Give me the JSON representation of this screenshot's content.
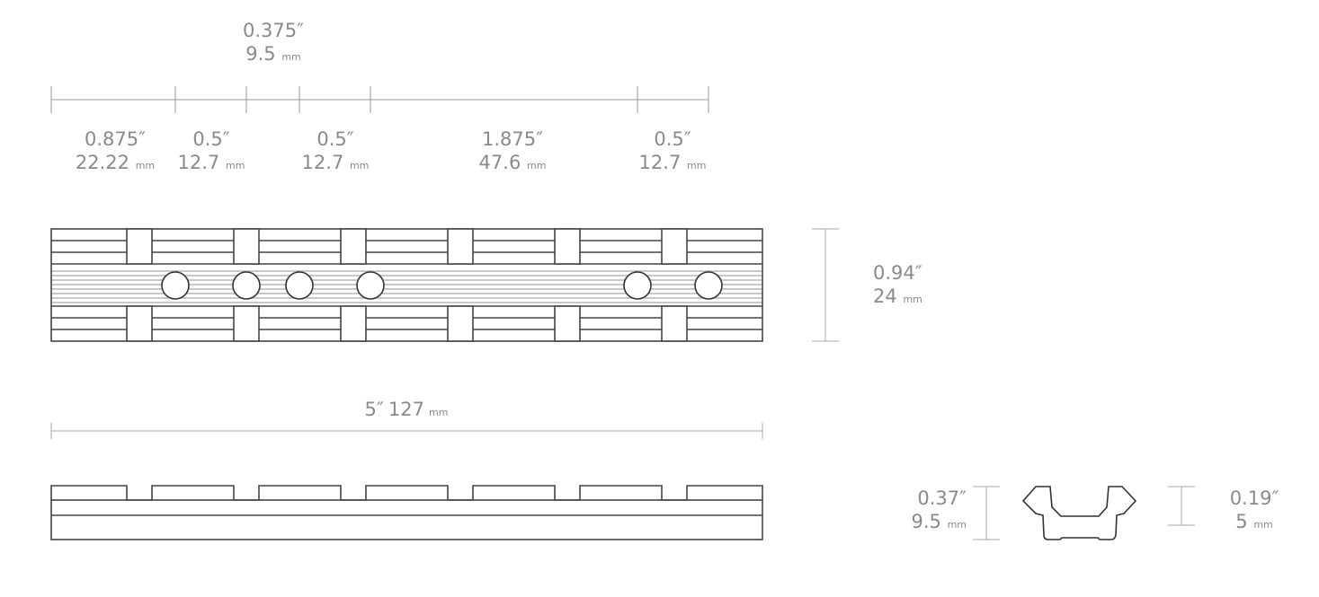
{
  "top_dimensions": {
    "callout": {
      "inch": "0.375″",
      "mm_value": "9.5",
      "mm_unit": "mm"
    },
    "segments": [
      {
        "inch": "0.875″",
        "mm_value": "22.22",
        "mm_unit": "mm"
      },
      {
        "inch": "0.5″",
        "mm_value": "12.7",
        "mm_unit": "mm"
      },
      {
        "inch": "0.5″",
        "mm_value": "12.7",
        "mm_unit": "mm"
      },
      {
        "inch": "1.875″",
        "mm_value": "47.6",
        "mm_unit": "mm"
      },
      {
        "inch": "0.5″",
        "mm_value": "12.7",
        "mm_unit": "mm"
      }
    ]
  },
  "width_dimension": {
    "inch": "0.94″",
    "mm_value": "24",
    "mm_unit": "mm"
  },
  "length_dimension": {
    "inch": "5″",
    "mm_value": "127",
    "mm_unit": "mm"
  },
  "profile": {
    "total_height": {
      "inch": "0.37″",
      "mm_value": "9.5",
      "mm_unit": "mm"
    },
    "rail_height": {
      "inch": "0.19″",
      "mm_value": "5",
      "mm_unit": "mm"
    }
  },
  "colors": {
    "line": "#444444",
    "dim": "#9a9a9a",
    "text": "#8a8a8a",
    "stripe": "#a0a0a0"
  }
}
